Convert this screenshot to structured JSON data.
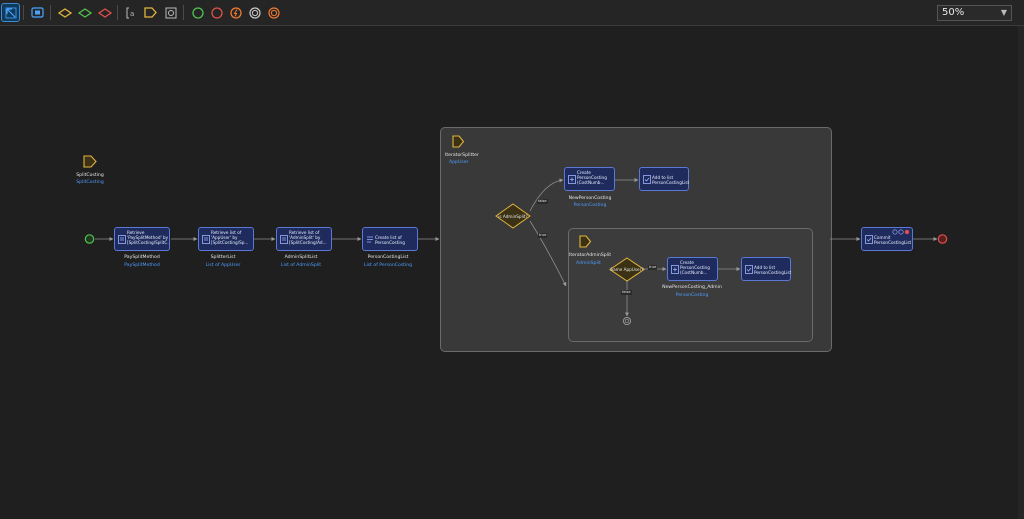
{
  "toolbar": {
    "zoom_value": "50%"
  },
  "flow": {
    "start": {
      "var_name": "SplitCosting",
      "var_type": "SplitCosting"
    },
    "nodes": [
      {
        "text": "Retrieve\n'PaySplitMethod' by\n[SplitCosting/SplitC...",
        "name": "PaySplitMethod",
        "type": "PaySplitMethod"
      },
      {
        "text": "Retrieve list of\n'AppUser' by\n[SplitCosting/Sp...",
        "name": "SplitterList",
        "type": "List of AppUser"
      },
      {
        "text": "Retrieve list of\n'AdminSplit' by\n[SplitCosting/Ad...",
        "name": "AdminSplitList",
        "type": "List of AdminSplit"
      },
      {
        "text": "Create list of\nPersonCosting",
        "name": "PersonCostingList",
        "type": "List of PersonCosting"
      }
    ],
    "outer_loop": {
      "name": "IteratorSplitter",
      "type": "AppUser"
    },
    "decision_admin": {
      "text": "is AdminSplit?",
      "false_label": "false",
      "true_label": "true"
    },
    "create_person_costing": {
      "text": "Create\nPersonCosting\n(CostNumb...",
      "name": "NewPersonCosting",
      "type": "PersonCosting"
    },
    "add_to_list_1": {
      "text": "Add to list\nPersonCostingList"
    },
    "inner_loop": {
      "name": "IteratorAdminSplit",
      "type": "AdminSplit"
    },
    "decision_same": {
      "text": "Same AppUser?",
      "true_label": "true",
      "false_label": "false"
    },
    "create_person_costing_admin": {
      "text": "Create\nPersonCosting\n(CostNumb...",
      "name": "NewPersonCosting_Admin",
      "type": "PersonCosting"
    },
    "add_to_list_2": {
      "text": "Add to list\nPersonCostingList"
    },
    "commit": {
      "text": "Commit\nPersonCostingList"
    }
  }
}
